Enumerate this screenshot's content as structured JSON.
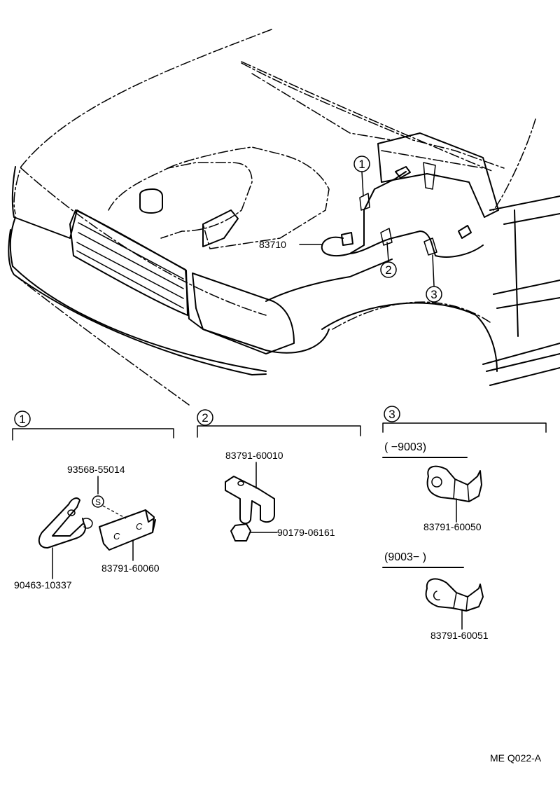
{
  "callouts": {
    "c1": "1",
    "c2": "2",
    "c3": "3"
  },
  "parts": {
    "main_sensor": "83710",
    "p1_grommet": "93568-55014",
    "p1_clamp": "90463-10337",
    "p1_bracket": "83791-60060",
    "p2_bracket": "83791-60010",
    "p2_nut": "90179-06161",
    "p3_upper": "83791-60050",
    "p3_lower": "83791-60051"
  },
  "ranges": {
    "r3_upper": "(         −9003)",
    "r3_lower": "(9003−         )"
  },
  "grommet_mark": "S",
  "bracket_marks": [
    "C",
    "C"
  ],
  "footer": {
    "code": "ME  Q022-A"
  }
}
